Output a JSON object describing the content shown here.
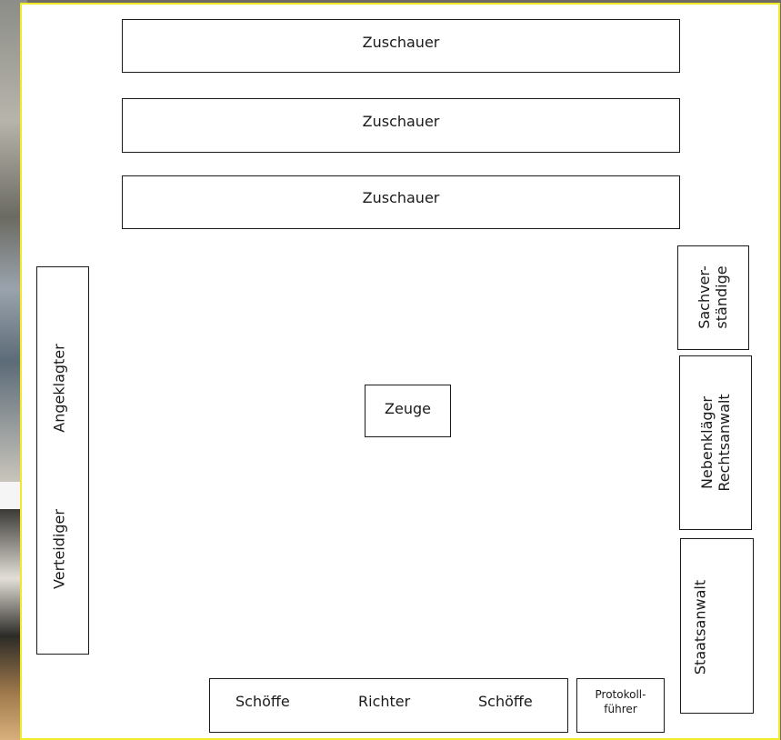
{
  "spectators": [
    "Zuschauer",
    "Zuschauer",
    "Zuschauer"
  ],
  "left_bench": {
    "defendant": "Angeklagter",
    "defense": "Verteidiger"
  },
  "witness": "Zeuge",
  "right_bench": {
    "expert_line1": "Sachver-",
    "expert_line2": "ständige",
    "co_plaintiff_line1": "Nebenkläger",
    "co_plaintiff_line2": "Rechtsanwalt",
    "prosecutor": "Staatsanwalt"
  },
  "judges_bench": {
    "lay_judge_left": "Schöffe",
    "judge": "Richter",
    "lay_judge_right": "Schöffe"
  },
  "clerk": {
    "line1": "Protokoll-",
    "line2": "führer"
  },
  "colors": {
    "border_accent": "#f1ea2b",
    "line": "#1a1a1a",
    "background": "#ffffff"
  }
}
